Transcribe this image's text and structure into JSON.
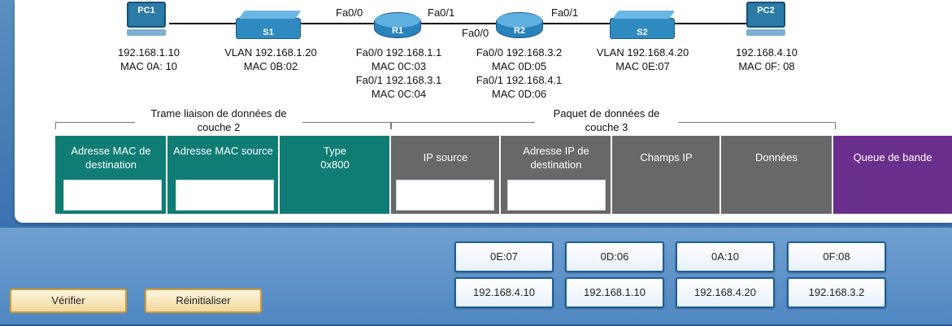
{
  "topology": {
    "pc1": {
      "name": "PC1",
      "ip": "192.168.1.10",
      "mac": "MAC 0A: 10"
    },
    "s1": {
      "name": "S1",
      "vlan": "VLAN 192.168.1.20",
      "mac": "MAC 0B:02"
    },
    "r1": {
      "name": "R1",
      "line1": "Fa0/0 192.168.1.1",
      "line2": "MAC 0C:03",
      "line3": "Fa0/1 192.168.3.1",
      "line4": "MAC 0C:04"
    },
    "r2": {
      "name": "R2",
      "line1": "Fa0/0 192.168.3.2",
      "line2": "MAC 0D:05",
      "line3": "Fa0/1 192.168.4.1",
      "line4": "MAC 0D:06"
    },
    "s2": {
      "name": "S2",
      "vlan": "VLAN 192.168.4.20",
      "mac": "MAC 0E:07"
    },
    "pc2": {
      "name": "PC2",
      "ip": "192.168.4.10",
      "mac": "MAC 0F: 08"
    },
    "ports": {
      "r1_left": "Fa0/0",
      "r1_right": "Fa0/1",
      "r2_left": "Fa0/0",
      "r2_right": "Fa0/1"
    }
  },
  "brackets": {
    "layer2": "Trame liaison de données de couche 2",
    "layer3": "Paquet de données de couche 3"
  },
  "frame": {
    "dst_mac": "Adresse MAC de destination",
    "src_mac": "Adresse MAC source",
    "type": "Type 0x800",
    "src_ip": "IP source",
    "dst_ip": "Adresse IP de destination",
    "ip_fields": "Champs IP",
    "data": "Données",
    "trailer": "Queue de bande"
  },
  "tiles": {
    "row1": [
      "0E:07",
      "0D:06",
      "0A:10",
      "0F:08"
    ],
    "row2": [
      "192.168.4.10",
      "192.168.1.10",
      "192.168.4.20",
      "192.168.3.2"
    ]
  },
  "buttons": {
    "verify": "Vérifier",
    "reset": "Réinitialiser"
  },
  "colors": {
    "teal": "#0f7d74",
    "gray": "#67686a",
    "purple": "#6a2f8c",
    "accent": "#d99a2b"
  }
}
